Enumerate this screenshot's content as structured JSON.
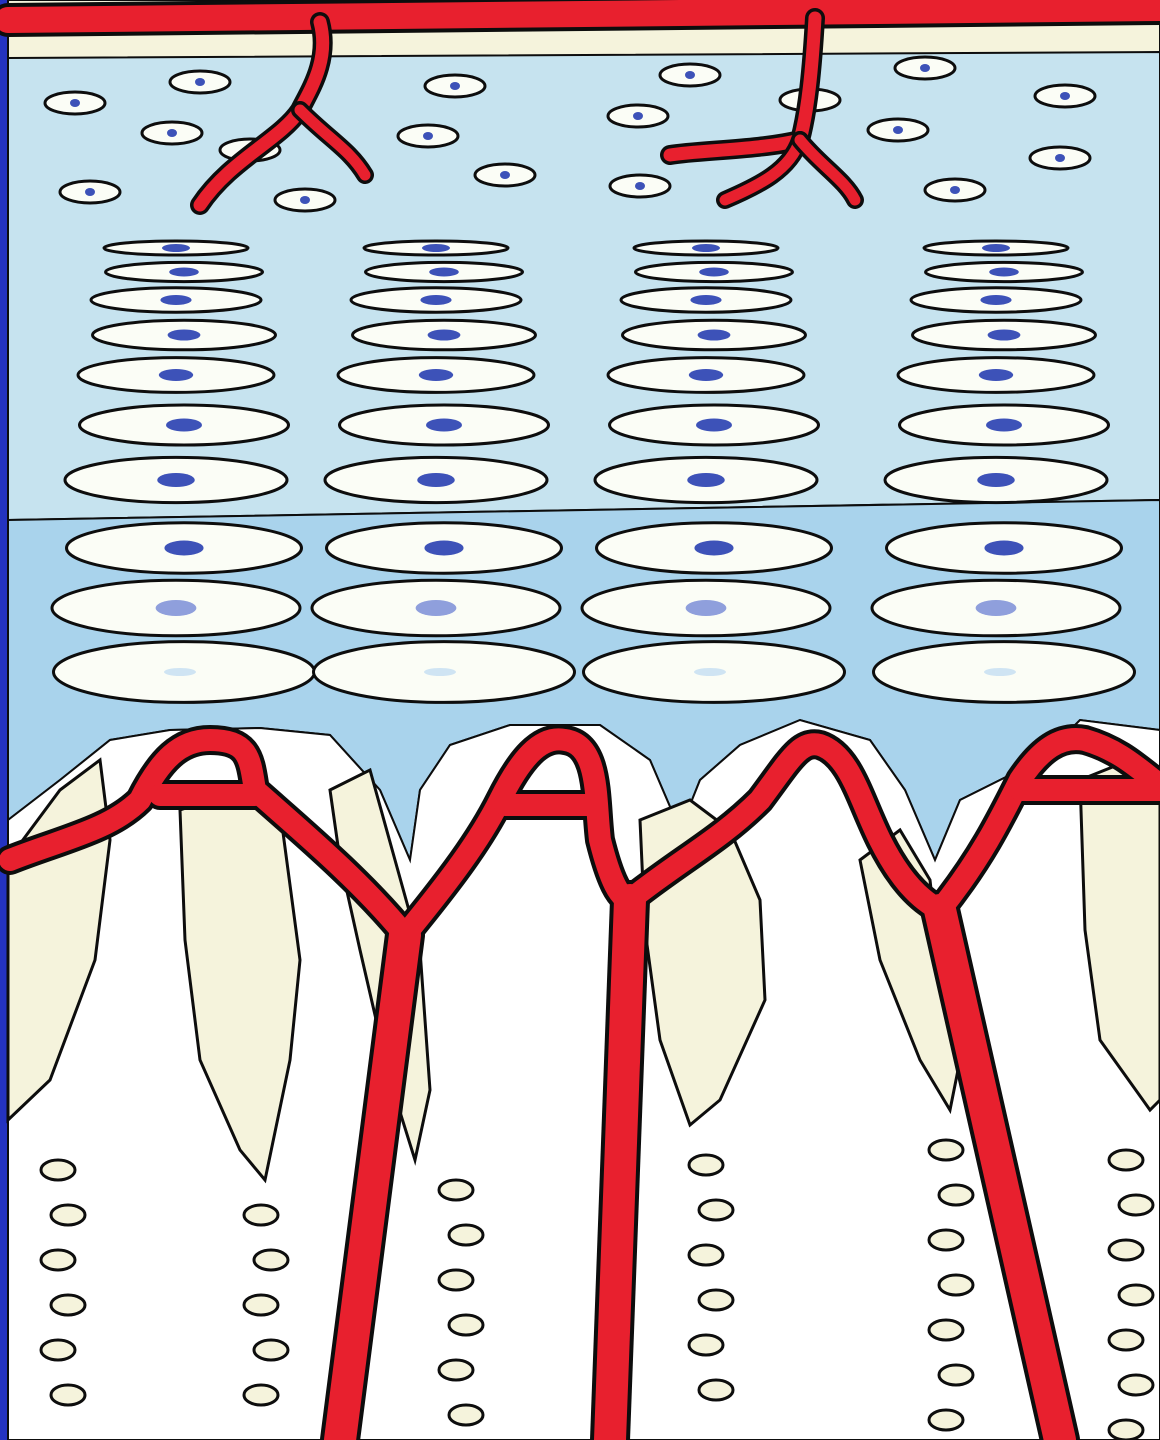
{
  "figure": {
    "kind": "illustration",
    "subject": "growth plate",
    "colors": {
      "frame": "#2433c0",
      "resting_zone": "#c6e3ef",
      "hypertrophic_zone": "#a9d3ec",
      "bone_bands": "#f5f3dc",
      "cartilage_cell": "#fbfdf6",
      "nucleus": "#3d52b8",
      "nucleus_faded": "#8f9fdc",
      "vessel": "#e8202e",
      "outline": "#0d0d0d"
    },
    "counts": {
      "reserve_cells": 18,
      "cell_columns": 4,
      "cells_per_column": 10,
      "vessel_loops": 4,
      "trabecular_spicules": 6
    }
  }
}
